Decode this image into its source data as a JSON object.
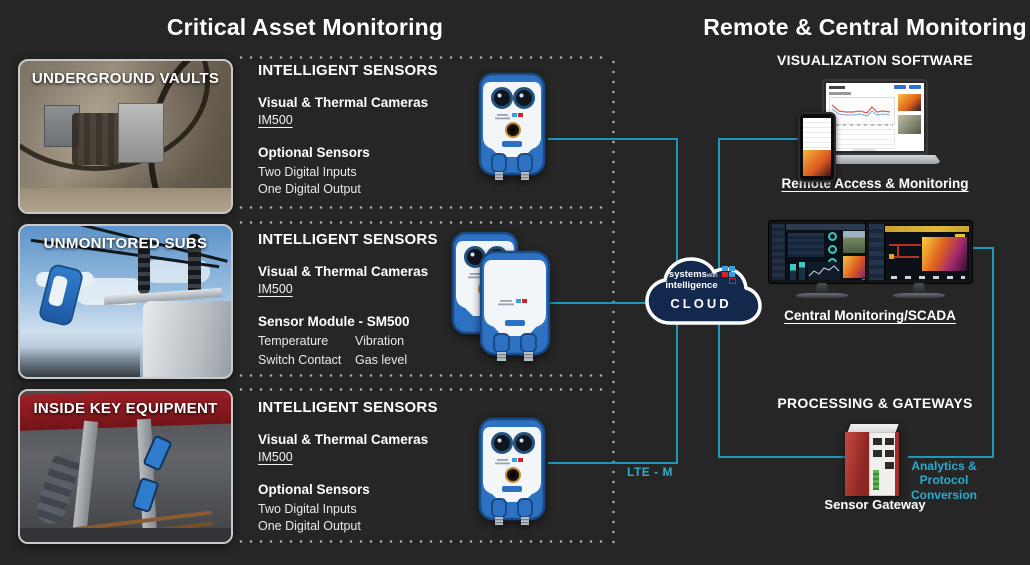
{
  "titles": {
    "left": "Critical Asset Monitoring",
    "right": "Remote & Central Monitoring"
  },
  "sections": [
    {
      "photo_label": "UNDERGROUND VAULTS",
      "heading": "INTELLIGENT SENSORS",
      "camera_line": "Visual & Thermal Cameras",
      "camera_model": "IM500",
      "option_heading": "Optional Sensors",
      "options": [
        "Two Digital Inputs",
        "One Digital Output"
      ]
    },
    {
      "photo_label": "UNMONITORED SUBS",
      "heading": "INTELLIGENT SENSORS",
      "camera_line": "Visual & Thermal Cameras",
      "camera_model": "IM500",
      "option_heading": "Sensor Module - SM500",
      "options": [
        "Temperature",
        "Vibration",
        "Switch Contact",
        "Gas level"
      ]
    },
    {
      "photo_label": "INSIDE KEY EQUIPMENT",
      "heading": "INTELLIGENT SENSORS",
      "camera_line": "Visual & Thermal Cameras",
      "camera_model": "IM500",
      "option_heading": "Optional Sensors",
      "options": [
        "Two Digital Inputs",
        "One Digital Output"
      ]
    }
  ],
  "cloud": {
    "brand_top": "systems",
    "brand_with": "with",
    "brand_bottom": "intelligence",
    "label": "CLOUD"
  },
  "connectivity": {
    "lte_label": "LTE - M"
  },
  "remote": {
    "visualization_title": "VISUALIZATION SOFTWARE",
    "remote_access_label": "Remote Access & Monitoring",
    "central_label": "Central Monitoring/SCADA",
    "processing_title": "PROCESSING & GATEWAYS",
    "analytics_label": "Analytics & Protocol Conversion",
    "gateway_label": "Sensor Gateway"
  },
  "colors": {
    "accent_teal": "#1f98b8",
    "accent_teal_text": "#2aaccf",
    "cloud_navy": "#13284d",
    "brand_red": "#d2232a",
    "brand_blue": "#3aa0d8",
    "background": "#262626"
  }
}
